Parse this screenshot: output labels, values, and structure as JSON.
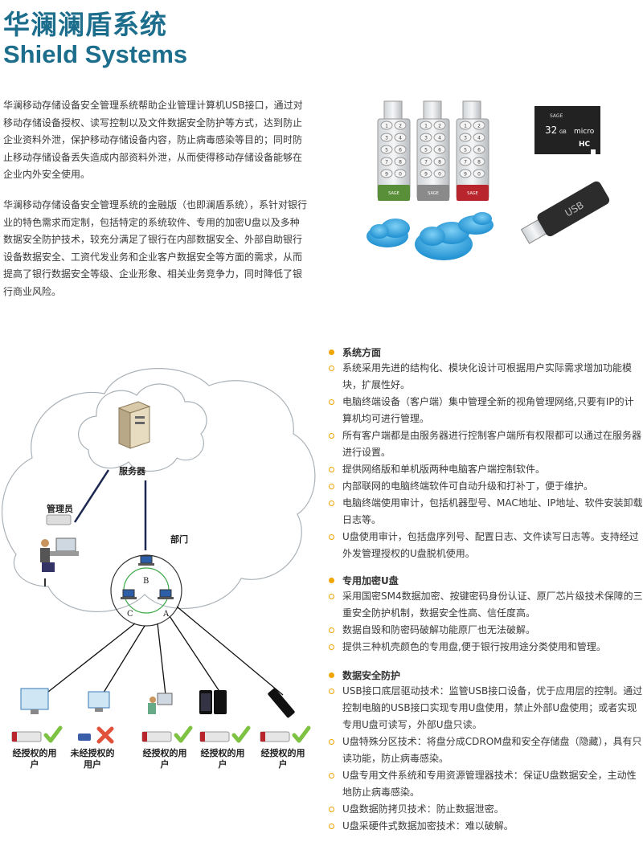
{
  "header": {
    "title_cn": "华澜澜盾系统",
    "title_en": "Shield Systems"
  },
  "intro": {
    "p1": "华澜移动存储设备安全管理系统帮助企业管理计算机USB接口，通过对移动存储设备授权、读写控制以及文件数据安全防护等方式，达到防止企业资料外泄，保护移动存储设备内容，防止病毒感染等目的；同时防止移动存储设备丢失造成内部资料外泄，从而使得移动存储设备能够在企业内外安全使用。",
    "p2": "华澜移动存储设备安全管理系统的金融版（也即澜盾系统），系针对银行业的特色需求而定制，包括特定的系统软件、专用的加密U盘以及多种数据安全防护技术，较充分满足了银行在内部数据安全、外部自助银行设备数据安全、工资代发业务和企业客户数据安全等方面的需求，从而提高了银行数据安全等级、企业形象、相关业务竞争力，同时降低了银行商业风险。"
  },
  "product": {
    "sd_brand": "SAGE",
    "sd_capacity": "32",
    "sd_unit": "GB",
    "sd_micro": "micro",
    "sd_hc": "HC",
    "usb_text": "USB",
    "drive_brand": "SAGE",
    "keypad": [
      "1",
      "2",
      "3",
      "4",
      "5",
      "6",
      "7",
      "8",
      "9",
      "0"
    ]
  },
  "diagram": {
    "server_label": "服务器",
    "admin_label": "管理员",
    "dept_label": "部门",
    "node_a": "A",
    "node_b": "B",
    "node_c": "C",
    "users": [
      {
        "label": "经授权的用户",
        "status": "check"
      },
      {
        "label": "未经授权的用户",
        "status": "cross"
      },
      {
        "label": "经授权的用户",
        "status": "check"
      },
      {
        "label": "经授权的用户",
        "status": "check"
      },
      {
        "label": "经授权的用户",
        "status": "check"
      }
    ]
  },
  "sections": [
    {
      "title": "系统方面",
      "items": [
        "系统采用先进的结构化、模块化设计可根据用户实际需求增加功能模块，扩展性好。",
        "电脑终端设备（客户端）集中管理全新的视角管理网络,只要有IP的计算机均可进行管理。",
        "所有客户端都是由服务器进行控制客户端所有权限都可以通过在服务器进行设置。",
        "提供网络版和单机版两种电脑客户端控制软件。",
        "内部联网的电脑终端软件可自动升级和打补丁，便于维护。",
        "电脑终端使用审计，包括机器型号、MAC地址、IP地址、软件安装卸载日志等。",
        "U盘使用审计，包括盘序列号、配置日志、文件读写日志等。支持经过外发管理授权的U盘脱机使用。"
      ]
    },
    {
      "title": "专用加密U盘",
      "items": [
        "采用国密SM4数据加密、按键密码身份认证、原厂芯片级技术保障的三重安全防护机制，数据安全性高、信任度高。",
        "数据自毁和防密码破解功能原厂也无法破解。",
        "提供三种机壳颜色的专用盘,便于银行按用途分类使用和管理。"
      ]
    },
    {
      "title": "数据安全防护",
      "items": [
        "USB接口底层驱动技术：监管USB接口设备，优于应用层的控制。通过控制电脑的USB接口实现专用U盘使用，禁止外部U盘使用；或者实现专用U盘可读写，外部U盘只读。",
        "U盘特殊分区技术：将盘分成CDROM盘和安全存储盘（隐藏），具有只读功能，防止病毒感染。",
        "U盘专用文件系统和专用资源管理器技术：保证U盘数据安全，主动性地防止病毒感染。",
        "U盘数据防拷贝技术：防止数据泄密。",
        "U盘采硬件式数据加密技术：难以破解。"
      ]
    }
  ],
  "colors": {
    "title": "#1d6d8c",
    "bullet": "#f0a500",
    "drive_green": "#5a8f3a",
    "drive_gray": "#8a8a8a",
    "drive_red": "#b8252c",
    "check": "#7dc242",
    "cross": "#e0523a"
  }
}
